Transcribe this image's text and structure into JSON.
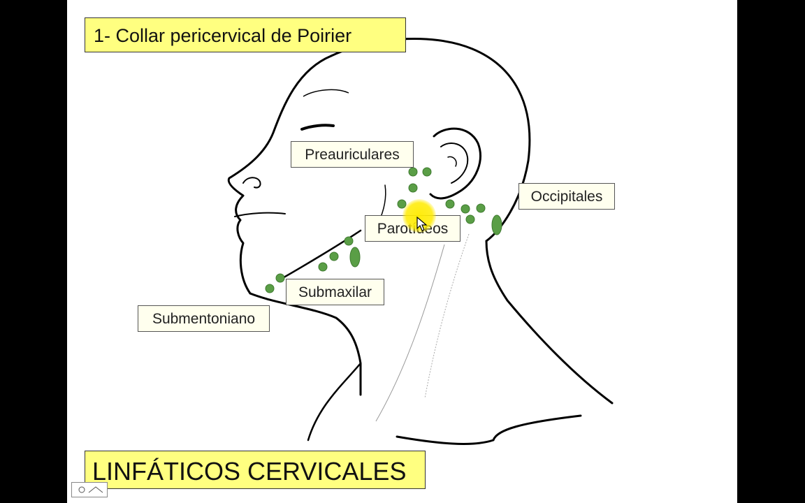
{
  "slide": {
    "title": "1- Collar pericervical de Poirier",
    "footer": "LINFÁTICOS CERVICALES"
  },
  "labels": {
    "preauriculares": "Preauriculares",
    "occipitales": "Occipitales",
    "parotideos": "Parotídeos",
    "submaxilar": "Submaxilar",
    "submentoniano": "Submentoniano"
  },
  "colors": {
    "node_fill": "#5a9e46",
    "title_bg": "#ffff80",
    "label_bg": "#ffffee",
    "cursor_highlight": "#ffeb00"
  },
  "icons": {
    "cursor": "mouse-pointer-arrow",
    "player": "video-player-controls"
  }
}
